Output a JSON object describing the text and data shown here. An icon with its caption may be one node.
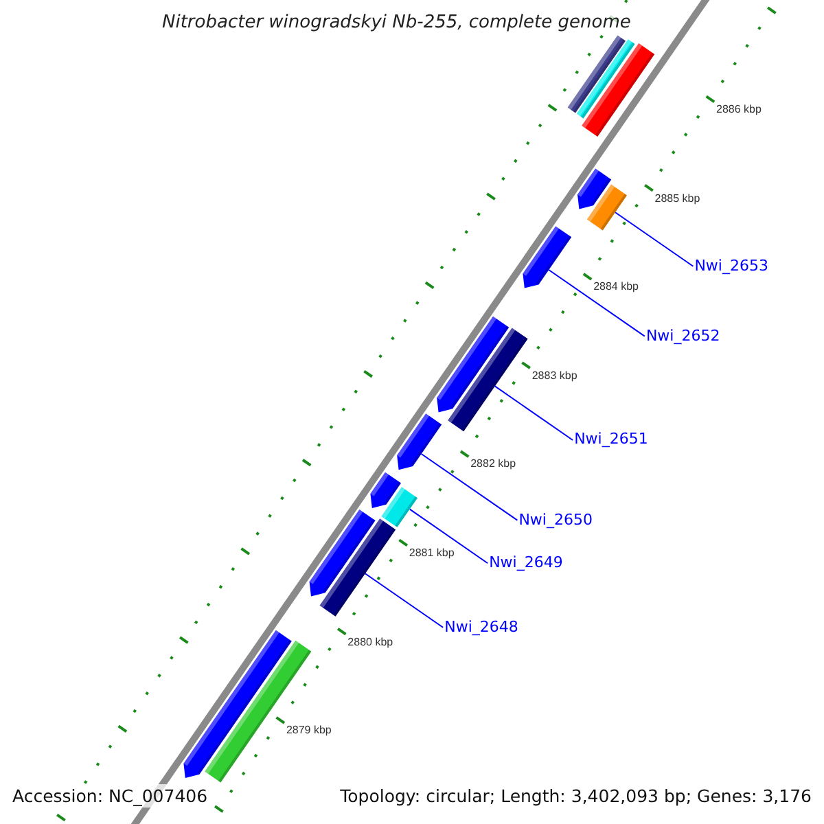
{
  "diagram": {
    "title": "Nitrobacter winogradskyi Nb-255, complete genome",
    "nodes": [
      {
        "text": [],
        "shape": "bar"
      },
      {
        "text": [],
        "shape": "bar"
      },
      {
        "text": [],
        "shape": "bar"
      },
      {
        "text": [],
        "shape": "arrow"
      },
      {
        "text": [
          "Nwi_2653"
        ]
      },
      {
        "text": [],
        "shape": "bar"
      },
      {
        "text": [
          "Nwi_2652"
        ]
      },
      {
        "text": [],
        "shape": "arrow"
      },
      {
        "text": [],
        "shape": "arrow"
      },
      {
        "text": [
          "Nwi_2651"
        ]
      },
      {
        "text": [],
        "shape": "bar"
      },
      {
        "text": [
          "Nwi_2650"
        ]
      },
      {
        "text": [],
        "shape": "arrow"
      },
      {
        "text": [],
        "shape": "arrow"
      },
      {
        "text": [
          "Nwi_2649"
        ]
      },
      {
        "text": [],
        "shape": "bar"
      },
      {
        "text": [],
        "shape": "arrow"
      },
      {
        "text": [
          "Nwi_2648"
        ]
      },
      {
        "text": [],
        "shape": "bar"
      },
      {
        "text": [],
        "shape": "arrow"
      },
      {
        "text": [],
        "shape": "bar"
      }
    ],
    "edges": [
      {
        "from": 4,
        "to": 5,
        "arrow": "none"
      },
      {
        "from": 6,
        "to": 7,
        "arrow": "none"
      },
      {
        "from": 9,
        "to": 10,
        "arrow": "none"
      },
      {
        "from": 11,
        "to": 12,
        "arrow": "none"
      },
      {
        "from": 14,
        "to": 15,
        "arrow": "none"
      },
      {
        "from": 17,
        "to": 18,
        "arrow": "none"
      }
    ],
    "labels": [
      "2886 kbp",
      "2885 kbp",
      "2884 kbp",
      "2883 kbp",
      "2882 kbp",
      "2881 kbp",
      "2880 kbp",
      "2879 kbp",
      "Accession: NC_007406",
      "Topology: circular; Length: 3,402,093 bp; Genes: 3,176"
    ]
  }
}
